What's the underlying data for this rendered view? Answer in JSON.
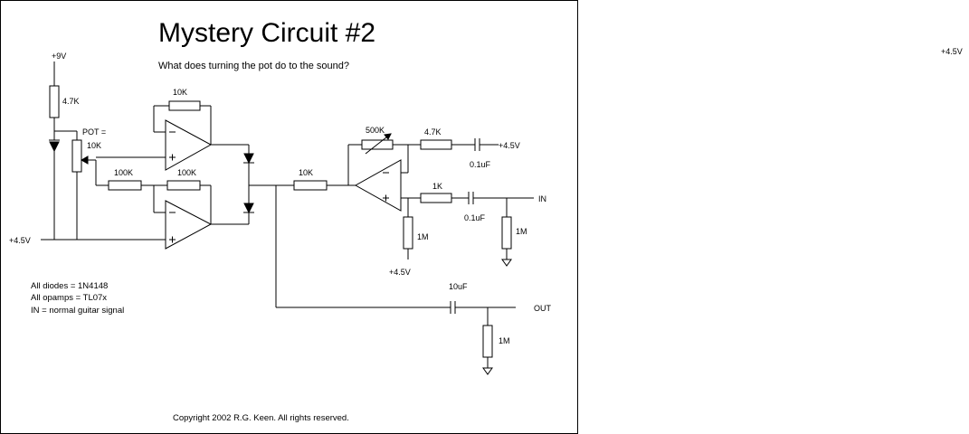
{
  "title": "Mystery Circuit #2",
  "subtitle": "What does turning the pot do to the sound?",
  "labels": {
    "plus9v": "+9V",
    "r_4k7_left": "4.7K",
    "pot_label": "POT =",
    "pot_value": "10K",
    "r_10k_fb": "10K",
    "r_100k_in": "100K",
    "r_100k_fb": "100K",
    "bias_left": "+4.5V",
    "r_10k_mid": "10K",
    "pot_500k": "500K",
    "r_4k7_right": "4.7K",
    "c_01uf_top": "0.1uF",
    "bias_top": "+4.5V",
    "r_1k": "1K",
    "c_01uf_in": "0.1uF",
    "in_label": "IN",
    "r_1m_bias": "1M",
    "bias_bottom": "+4.5V",
    "r_1m_in": "1M",
    "c_10uf": "10uF",
    "out_label": "OUT",
    "r_1m_out": "1M",
    "bias_far_right": "+4.5V"
  },
  "notes": [
    "All diodes = 1N4148",
    "All opamps = TL07x",
    "IN = normal guitar signal"
  ],
  "copyright": "Copyright 2002  R.G. Keen. All rights reserved."
}
